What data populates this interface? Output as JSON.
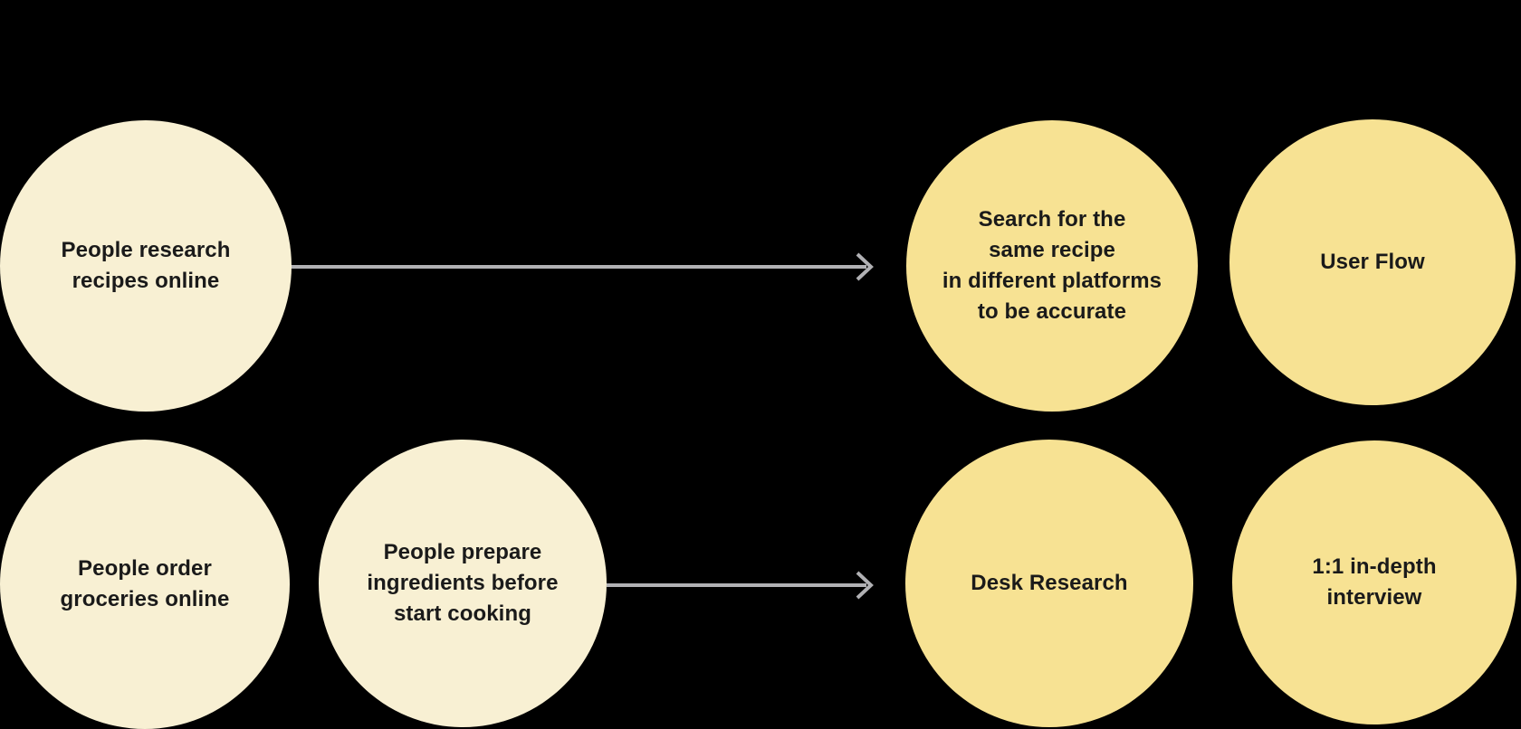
{
  "canvas": {
    "background_color": "#000000"
  },
  "diagram": {
    "arrow_color": "#B1B1B4",
    "bubbles": [
      {
        "id": "research-recipes",
        "fill_color": "#F8F0D3",
        "text_color": "#1A1A1A",
        "lines": [
          "People research",
          "recipes online"
        ]
      },
      {
        "id": "search-platforms",
        "fill_color": "#F7E293",
        "text_color": "#1A1A1A",
        "lines": [
          "Search for the",
          "same recipe",
          "in different platforms",
          "to be accurate"
        ]
      },
      {
        "id": "user-flow",
        "fill_color": "#F7E293",
        "text_color": "#1A1A1A",
        "lines": [
          "User Flow"
        ]
      },
      {
        "id": "order-groceries",
        "fill_color": "#F8F0D3",
        "text_color": "#1A1A1A",
        "lines": [
          "People order",
          "groceries online"
        ]
      },
      {
        "id": "prepare-ingredients",
        "fill_color": "#F8F0D3",
        "text_color": "#1A1A1A",
        "lines": [
          "People prepare",
          "ingredients before",
          "start cooking"
        ]
      },
      {
        "id": "desk-research",
        "fill_color": "#F7E293",
        "text_color": "#1A1A1A",
        "lines": [
          "Desk Research"
        ]
      },
      {
        "id": "interview",
        "fill_color": "#F7E293",
        "text_color": "#1A1A1A",
        "lines": [
          "1:1 in-depth",
          "interview"
        ]
      }
    ],
    "connections": [
      {
        "from": "research-recipes",
        "to": "search-platforms"
      },
      {
        "from": "prepare-ingredients",
        "to": "desk-research"
      }
    ]
  }
}
